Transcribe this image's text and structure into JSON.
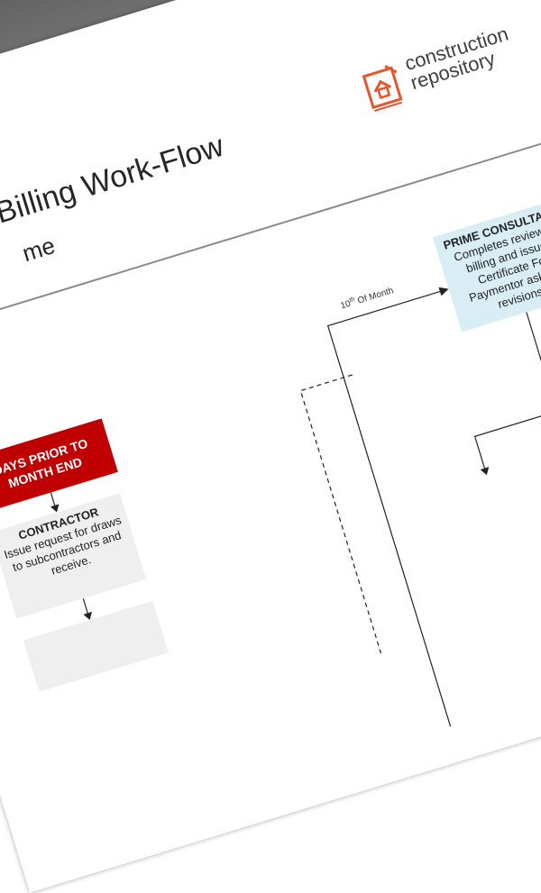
{
  "title": "Billing Work-Flow",
  "subtitle": "me",
  "logo": {
    "line1": "construction",
    "line2": "repository"
  },
  "nodes": {
    "start": {
      "text_line1": "DAYS PRIOR TO",
      "text_line2": "MONTH END"
    },
    "contractor": {
      "heading": "CONTRACTOR",
      "text": "Issue request for draws to subcontractors and receive."
    },
    "prime_consultant": {
      "heading": "PRIME CONSULTANT",
      "text": "Completes review of billing and issues Certificate For Paymentor asks for revisions."
    }
  },
  "edge_label": {
    "num": "10",
    "sup": "th",
    "rest": " Of Month"
  },
  "colors": {
    "red": "#c00000",
    "gray": "#efefef",
    "blue": "#d9edf5",
    "logo_accent": "#e8542b"
  }
}
